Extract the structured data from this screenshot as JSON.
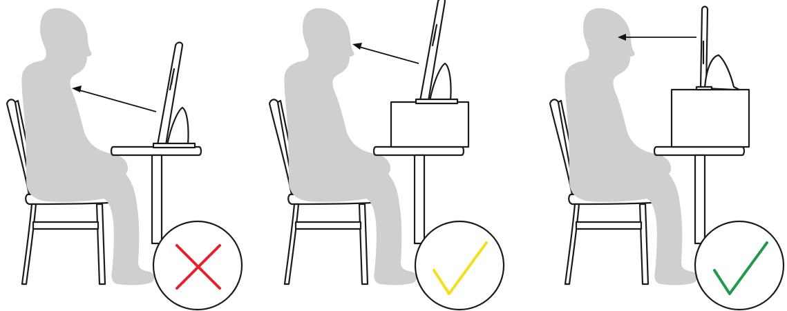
{
  "colors": {
    "person": "#cfcfcf",
    "line": "#1a1a1a",
    "incorrect_mark": "#e4202a",
    "acceptable_mark": "#f3e01b",
    "correct_mark": "#1f9a4a"
  },
  "panels": [
    {
      "id": "panel-1",
      "setup": "tablet-on-table",
      "gaze": "downward",
      "verdict_icon": "cross-icon",
      "verdict_color": "#e4202a"
    },
    {
      "id": "panel-2",
      "setup": "tablet-on-box",
      "gaze": "slightly-downward",
      "verdict_icon": "check-icon",
      "verdict_color": "#f3e01b"
    },
    {
      "id": "panel-3",
      "setup": "monitor-on-box",
      "gaze": "eye-level",
      "verdict_icon": "check-icon",
      "verdict_color": "#1f9a4a"
    }
  ]
}
